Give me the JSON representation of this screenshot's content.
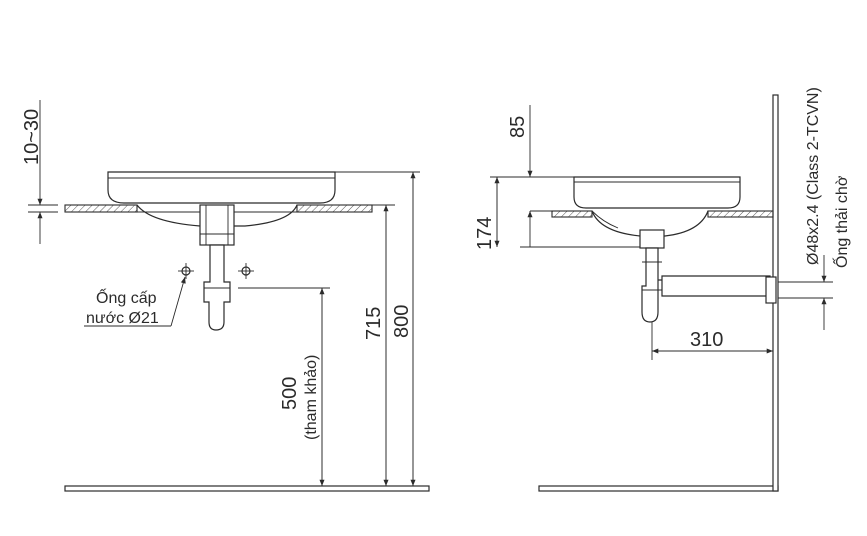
{
  "left_view": {
    "dim_counter_gap": "10~30",
    "dim_rim_height": "715",
    "dim_total_height": "800",
    "dim_drain_height_value": "500",
    "dim_drain_height_note": "(tham khảo)",
    "supply_label_line1": "Ống cấp",
    "supply_label_line2": "nước Ø21"
  },
  "right_view": {
    "dim_top_clearance": "85",
    "dim_basin_depth": "174",
    "dim_wall_distance": "310",
    "drain_pipe_spec": "Ø48x2.4 (Class 2-TCVN)",
    "drain_pipe_label": "Ống thải chờ"
  }
}
